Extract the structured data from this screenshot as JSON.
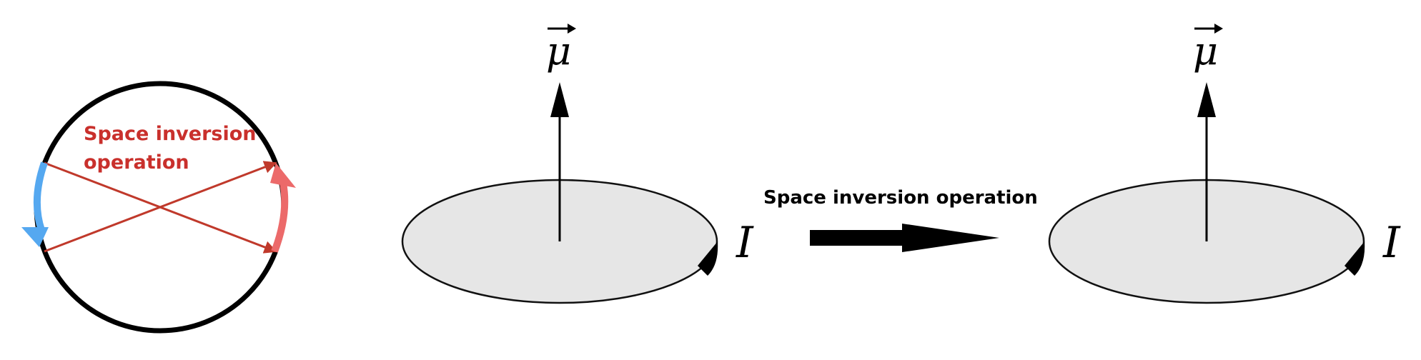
{
  "left_panel": {
    "label_line1": "Space inversion",
    "label_line2": "operation"
  },
  "loop_before": {
    "moment_symbol": "μ",
    "current_symbol": "I"
  },
  "transform": {
    "label": "Space inversion operation"
  },
  "loop_after": {
    "moment_symbol": "μ",
    "current_symbol": "I"
  },
  "colors": {
    "circle": "#000000",
    "inversion_lines": "#c0392b",
    "label_red": "#c9302c",
    "blue_arc": "#55a8f0",
    "pink_arc": "#ec6a6a",
    "loop_fill": "#e6e6e6",
    "loop_stroke": "#111111",
    "arrow": "#000000"
  }
}
